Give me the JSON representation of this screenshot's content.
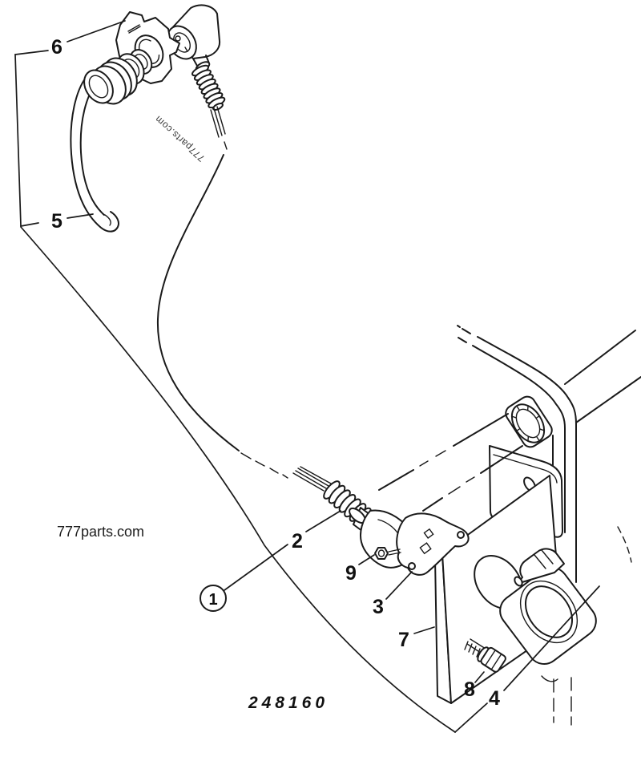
{
  "page": {
    "background": "#ffffff",
    "ink": "#1a1a1a"
  },
  "branding": {
    "site_label": "777parts.com",
    "diagonal_watermark": "777parts.com"
  },
  "figure": {
    "part_number": "248160"
  },
  "callouts": [
    {
      "label": "1",
      "circled": true
    },
    {
      "label": "2"
    },
    {
      "label": "3"
    },
    {
      "label": "4"
    },
    {
      "label": "5"
    },
    {
      "label": "6"
    },
    {
      "label": "7"
    },
    {
      "label": "8"
    },
    {
      "label": "9"
    }
  ]
}
